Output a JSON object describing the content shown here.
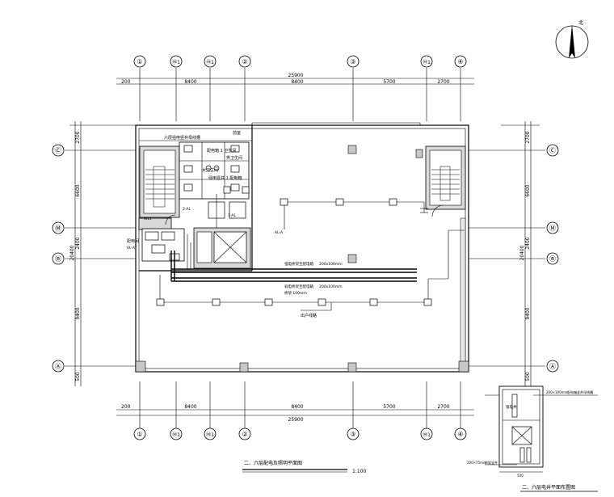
{
  "north": {
    "label": "北"
  },
  "grid_top": [
    "①",
    "Ⓜ1",
    "Ⓜ1",
    "②",
    "③",
    "Ⓜ1",
    "④"
  ],
  "grid_bottom": [
    "①",
    "Ⓜ1",
    "Ⓜ1",
    "②",
    "③",
    "Ⓜ1",
    "④"
  ],
  "grid_left": [
    "Ⓒ",
    "Ⓜ",
    "Ⓑ",
    "Ⓐ"
  ],
  "grid_right": [
    "Ⓒ",
    "Ⓜ",
    "Ⓑ",
    "Ⓐ"
  ],
  "dims_top": {
    "total": "25900",
    "lead": "200",
    "d1": "8400",
    "d2": "8400",
    "d3": "5700",
    "d4": "2700"
  },
  "dims_bottom": {
    "total": "25900",
    "lead": "200",
    "d1": "8400",
    "d2": "8400",
    "d3": "5700",
    "d4": "2700"
  },
  "dims_left": {
    "total": "20400",
    "d1": "2700",
    "d2": "6600",
    "d3": "2400",
    "d4": "9400",
    "d5": "500"
  },
  "dims_right": {
    "total": "20400",
    "d1": "2700",
    "d2": "6600",
    "d3": "2400",
    "d4": "9400",
    "d5": "500"
  },
  "labels": {
    "wc_note": "六层强电竖井母线槽",
    "wc_note2": "配电箱 1 卫生间",
    "corridor": "前室",
    "mens": "男卫生间",
    "womens": "女卫生间",
    "elev_note": "强电竖井 1 配电箱",
    "panel1": "2-AL",
    "panel2": "1-AL",
    "panel3": "AL-A",
    "pwr_room": "配电间",
    "pwr_room2": "6L-AT",
    "tray1": "强电桥架至配电箱",
    "tray1_size": "200x100mm",
    "tray2": "弱电桥架至配电箱",
    "tray2_size": "200x100mm",
    "tray_note": "桥架 100mm",
    "cable_note": "出户线路",
    "wl": "WL1"
  },
  "main_title": "二、六层配电及照明平面图",
  "scale": "1:100",
  "detail": {
    "title": "二、六层电井平面布置图",
    "top_note": "200×100mm",
    "top_note2": "配电箱竖井母线槽",
    "room_label": "强电井",
    "bottom_note": "200×75mm",
    "bottom_note2": "桥架竖井",
    "dim": "500"
  }
}
